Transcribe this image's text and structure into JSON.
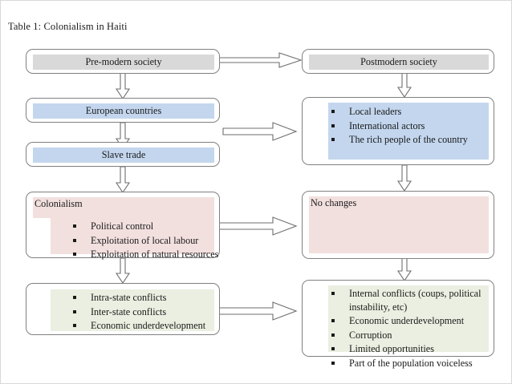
{
  "caption": "Table 1: Colonialism in Haiti",
  "colors": {
    "gray_band": "#d9d9d9",
    "blue_band": "#c3d6ee",
    "pink_band": "#f2e0df",
    "green_band": "#eaefe1",
    "box_border": "#808080",
    "arrow_stroke": "#6e6e6e",
    "text": "#1a1a1a"
  },
  "diagram": {
    "type": "flowchart",
    "columns": [
      "pre-modern / colonial path",
      "postmodern path"
    ],
    "left_column": {
      "pre_modern_society": {
        "label": "Pre-modern society",
        "fill": "gray"
      },
      "european_countries": {
        "label": "European countries",
        "fill": "blue"
      },
      "slave_trade": {
        "label": "Slave trade",
        "fill": "blue"
      },
      "colonialism": {
        "label": "Colonialism",
        "fill": "pink",
        "items": [
          "Political control",
          "Exploitation of local labour",
          "Exploitation of natural resources"
        ]
      },
      "conflicts": {
        "label": "",
        "fill": "green",
        "items": [
          "Intra-state conflicts",
          "Inter-state conflicts",
          "Economic underdevelopment"
        ]
      }
    },
    "right_column": {
      "postmodern_society": {
        "label": "Postmodern society",
        "fill": "gray"
      },
      "actors": {
        "label": "",
        "fill": "blue",
        "items": [
          "Local leaders",
          "International actors",
          "The rich people of the country"
        ]
      },
      "no_changes": {
        "label": "No changes",
        "fill": "pink",
        "items": []
      },
      "outcomes": {
        "label": "",
        "fill": "green",
        "items": [
          "Internal conflicts (coups, political instability, etc)",
          "Economic underdevelopment",
          "Corruption",
          "Limited opportunities",
          "Part of the population voiceless"
        ]
      }
    },
    "connectors": [
      {
        "from": "pre_modern_society",
        "to": "postmodern_society",
        "direction": "right"
      },
      {
        "from": "pre_modern_society",
        "to": "european_countries",
        "direction": "down"
      },
      {
        "from": "european_countries",
        "to": "slave_trade",
        "direction": "down"
      },
      {
        "from": "slave_trade",
        "to": "actors",
        "direction": "right"
      },
      {
        "from": "slave_trade",
        "to": "colonialism",
        "direction": "down"
      },
      {
        "from": "postmodern_society",
        "to": "actors",
        "direction": "down"
      },
      {
        "from": "colonialism",
        "to": "no_changes",
        "direction": "right"
      },
      {
        "from": "colonialism",
        "to": "conflicts",
        "direction": "down"
      },
      {
        "from": "actors",
        "to": "no_changes",
        "direction": "down"
      },
      {
        "from": "conflicts",
        "to": "outcomes",
        "direction": "right"
      },
      {
        "from": "no_changes",
        "to": "outcomes",
        "direction": "down"
      }
    ]
  }
}
